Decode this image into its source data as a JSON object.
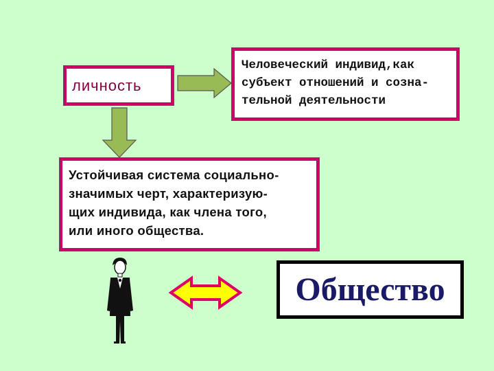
{
  "personality_label": "личность",
  "definition_lines": [
    "Человеческий индивид,как",
    "субъект отношений и созна-",
    "тельной деятельности"
  ],
  "system_lines": [
    "Устойчивая система социально-",
    "значимых черт, характеризую-",
    "щих индивида, как члена того,",
    "или иного общества."
  ],
  "society_label": "Общество",
  "colors": {
    "background": "#ccffcc",
    "box_border": "#cc0066",
    "arrow_fill": "#99bb55",
    "double_arrow_fill": "#ffff00",
    "double_arrow_stroke": "#dd0066"
  },
  "icons": {
    "right_arrow": "right-arrow-icon",
    "down_arrow": "down-arrow-icon",
    "double_arrow": "double-arrow-icon",
    "person": "person-icon"
  }
}
